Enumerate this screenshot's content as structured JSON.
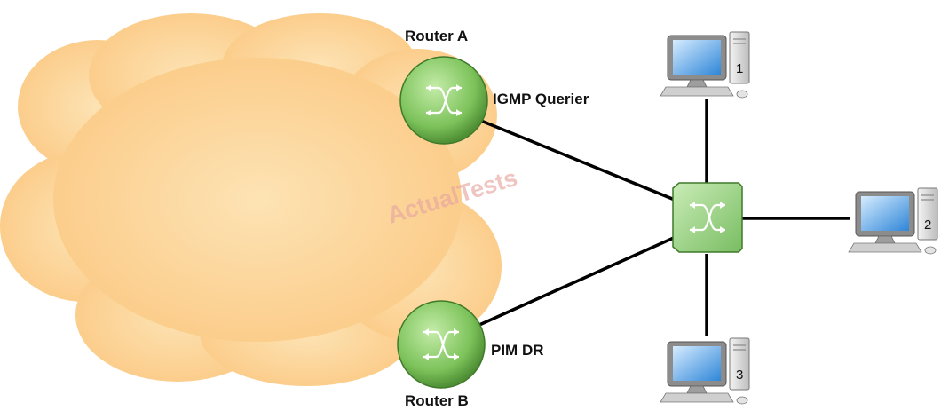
{
  "labels": {
    "router_a": "Router A",
    "router_a_role": "IGMP Querier",
    "router_b": "Router B",
    "router_b_role": "PIM DR",
    "watermark": "ActualTests"
  },
  "hosts": [
    {
      "number": "1"
    },
    {
      "number": "2"
    },
    {
      "number": "3"
    }
  ],
  "colors": {
    "cloud": "#fbcf8e",
    "router": "#8fd16f",
    "switch": "#9bd48a",
    "link": "#000000",
    "watermark": "#e7a7a0"
  },
  "icons": {
    "cloud": "cloud-icon",
    "router": "router-icon",
    "switch": "switch-icon",
    "host": "computer-icon"
  }
}
